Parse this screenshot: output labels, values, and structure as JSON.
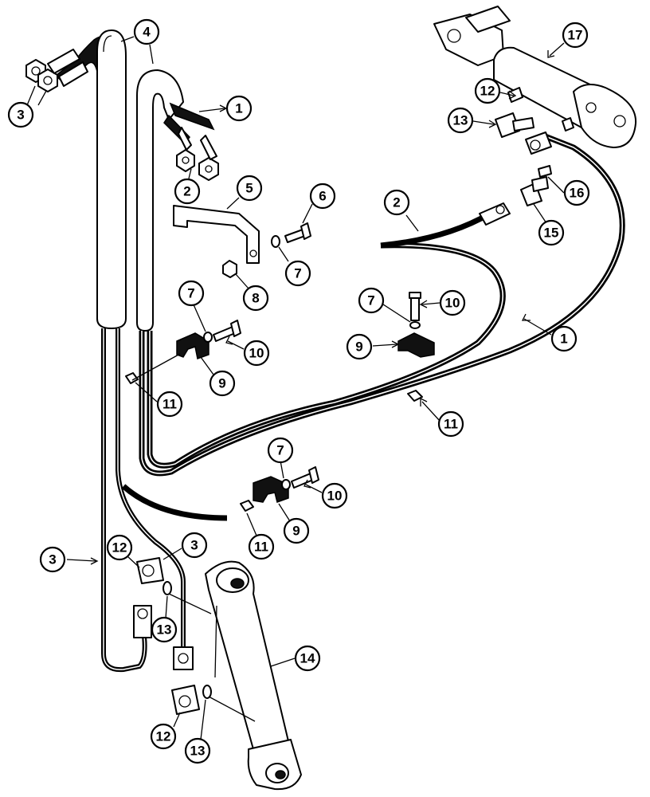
{
  "callouts": [
    {
      "label": "1"
    },
    {
      "label": "1"
    },
    {
      "label": "2"
    },
    {
      "label": "2"
    },
    {
      "label": "3"
    },
    {
      "label": "3"
    },
    {
      "label": "3"
    },
    {
      "label": "4"
    },
    {
      "label": "5"
    },
    {
      "label": "6"
    },
    {
      "label": "7"
    },
    {
      "label": "7"
    },
    {
      "label": "7"
    },
    {
      "label": "7"
    },
    {
      "label": "8"
    },
    {
      "label": "9"
    },
    {
      "label": "9"
    },
    {
      "label": "9"
    },
    {
      "label": "10"
    },
    {
      "label": "10"
    },
    {
      "label": "10"
    },
    {
      "label": "11"
    },
    {
      "label": "11"
    },
    {
      "label": "11"
    },
    {
      "label": "12"
    },
    {
      "label": "12"
    },
    {
      "label": "12"
    },
    {
      "label": "13"
    },
    {
      "label": "13"
    },
    {
      "label": "13"
    },
    {
      "label": "14"
    },
    {
      "label": "15"
    },
    {
      "label": "16"
    },
    {
      "label": "17"
    }
  ]
}
